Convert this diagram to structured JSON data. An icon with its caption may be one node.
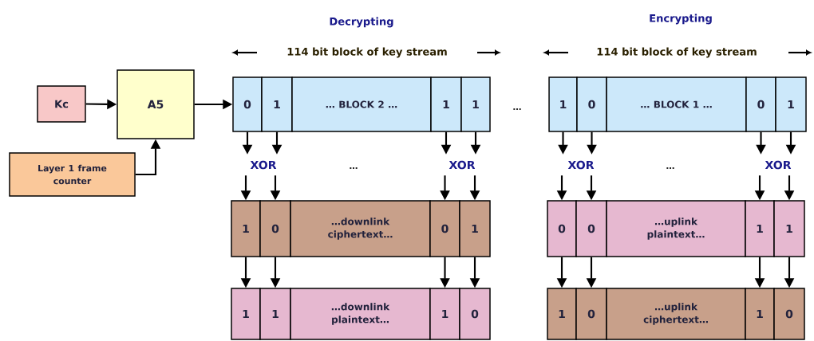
{
  "diagram": {
    "nodes": [
      {
        "text": [
          "Kc"
        ]
      },
      {
        "text": [
          "A5"
        ]
      },
      {
        "text": [
          "Layer 1 frame counter"
        ]
      },
      {
        "text": [
          "0"
        ]
      },
      {
        "text": [
          "1"
        ]
      },
      {
        "text": [
          "… BLOCK 2 …"
        ]
      },
      {
        "text": [
          "1"
        ]
      },
      {
        "text": [
          "1"
        ]
      },
      {
        "text": [
          "1"
        ]
      },
      {
        "text": [
          "0"
        ]
      },
      {
        "text": [
          "… BLOCK 1 …"
        ]
      },
      {
        "text": [
          "0"
        ]
      },
      {
        "text": [
          "1"
        ]
      },
      {
        "text": [
          "XOR"
        ]
      },
      {
        "text": [
          "XOR"
        ]
      },
      {
        "text": [
          "XOR"
        ]
      },
      {
        "text": [
          "XOR"
        ]
      },
      {
        "text": [
          "1"
        ]
      },
      {
        "text": [
          "0"
        ]
      },
      {
        "text": [
          "…downlink ciphertext…"
        ]
      },
      {
        "text": [
          "0"
        ]
      },
      {
        "text": [
          "1"
        ]
      },
      {
        "text": [
          "0"
        ]
      },
      {
        "text": [
          "0"
        ]
      },
      {
        "text": [
          "…uplink plaintext…"
        ]
      },
      {
        "text": [
          "1"
        ]
      },
      {
        "text": [
          "1"
        ]
      },
      {
        "text": [
          "1"
        ]
      },
      {
        "text": [
          "1"
        ]
      },
      {
        "text": [
          "…downlink plaintext…"
        ]
      },
      {
        "text": [
          "1"
        ]
      },
      {
        "text": [
          "0"
        ]
      },
      {
        "text": [
          "1"
        ]
      },
      {
        "text": [
          "0"
        ]
      },
      {
        "text": [
          "…uplink ciphertext…"
        ]
      },
      {
        "text": [
          "1"
        ]
      },
      {
        "text": [
          "0"
        ]
      }
    ],
    "edges": [
      {
        "from": 0,
        "to": 1,
        "arrow": "to"
      },
      {
        "from": 2,
        "to": 1,
        "arrow": "to"
      },
      {
        "from": 1,
        "to": 3,
        "arrow": "to"
      },
      {
        "from": 3,
        "to": 13,
        "arrow": "to"
      },
      {
        "from": 4,
        "to": 13,
        "arrow": "to"
      },
      {
        "from": 6,
        "to": 14,
        "arrow": "to"
      },
      {
        "from": 7,
        "to": 14,
        "arrow": "to"
      },
      {
        "from": 8,
        "to": 15,
        "arrow": "to"
      },
      {
        "from": 9,
        "to": 15,
        "arrow": "to"
      },
      {
        "from": 11,
        "to": 16,
        "arrow": "to"
      },
      {
        "from": 12,
        "to": 16,
        "arrow": "to"
      },
      {
        "from": 13,
        "to": 17,
        "arrow": "to"
      },
      {
        "from": 13,
        "to": 18,
        "arrow": "to"
      },
      {
        "from": 14,
        "to": 20,
        "arrow": "to"
      },
      {
        "from": 14,
        "to": 21,
        "arrow": "to"
      },
      {
        "from": 15,
        "to": 22,
        "arrow": "to"
      },
      {
        "from": 15,
        "to": 23,
        "arrow": "to"
      },
      {
        "from": 16,
        "to": 25,
        "arrow": "to"
      },
      {
        "from": 16,
        "to": 26,
        "arrow": "to"
      },
      {
        "from": 17,
        "to": 27,
        "arrow": "to"
      },
      {
        "from": 18,
        "to": 28,
        "arrow": "to"
      },
      {
        "from": 20,
        "to": 30,
        "arrow": "to"
      },
      {
        "from": 21,
        "to": 31,
        "arrow": "to"
      },
      {
        "from": 22,
        "to": 32,
        "arrow": "to"
      },
      {
        "from": 23,
        "to": 33,
        "arrow": "to"
      },
      {
        "from": 25,
        "to": 35,
        "arrow": "to"
      },
      {
        "from": 26,
        "to": 36,
        "arrow": "to"
      }
    ],
    "labels": [
      "Decrypting",
      "Encrypting",
      "114 bit block of key stream",
      "114 bit block of key stream",
      "…",
      "…",
      "…"
    ]
  }
}
